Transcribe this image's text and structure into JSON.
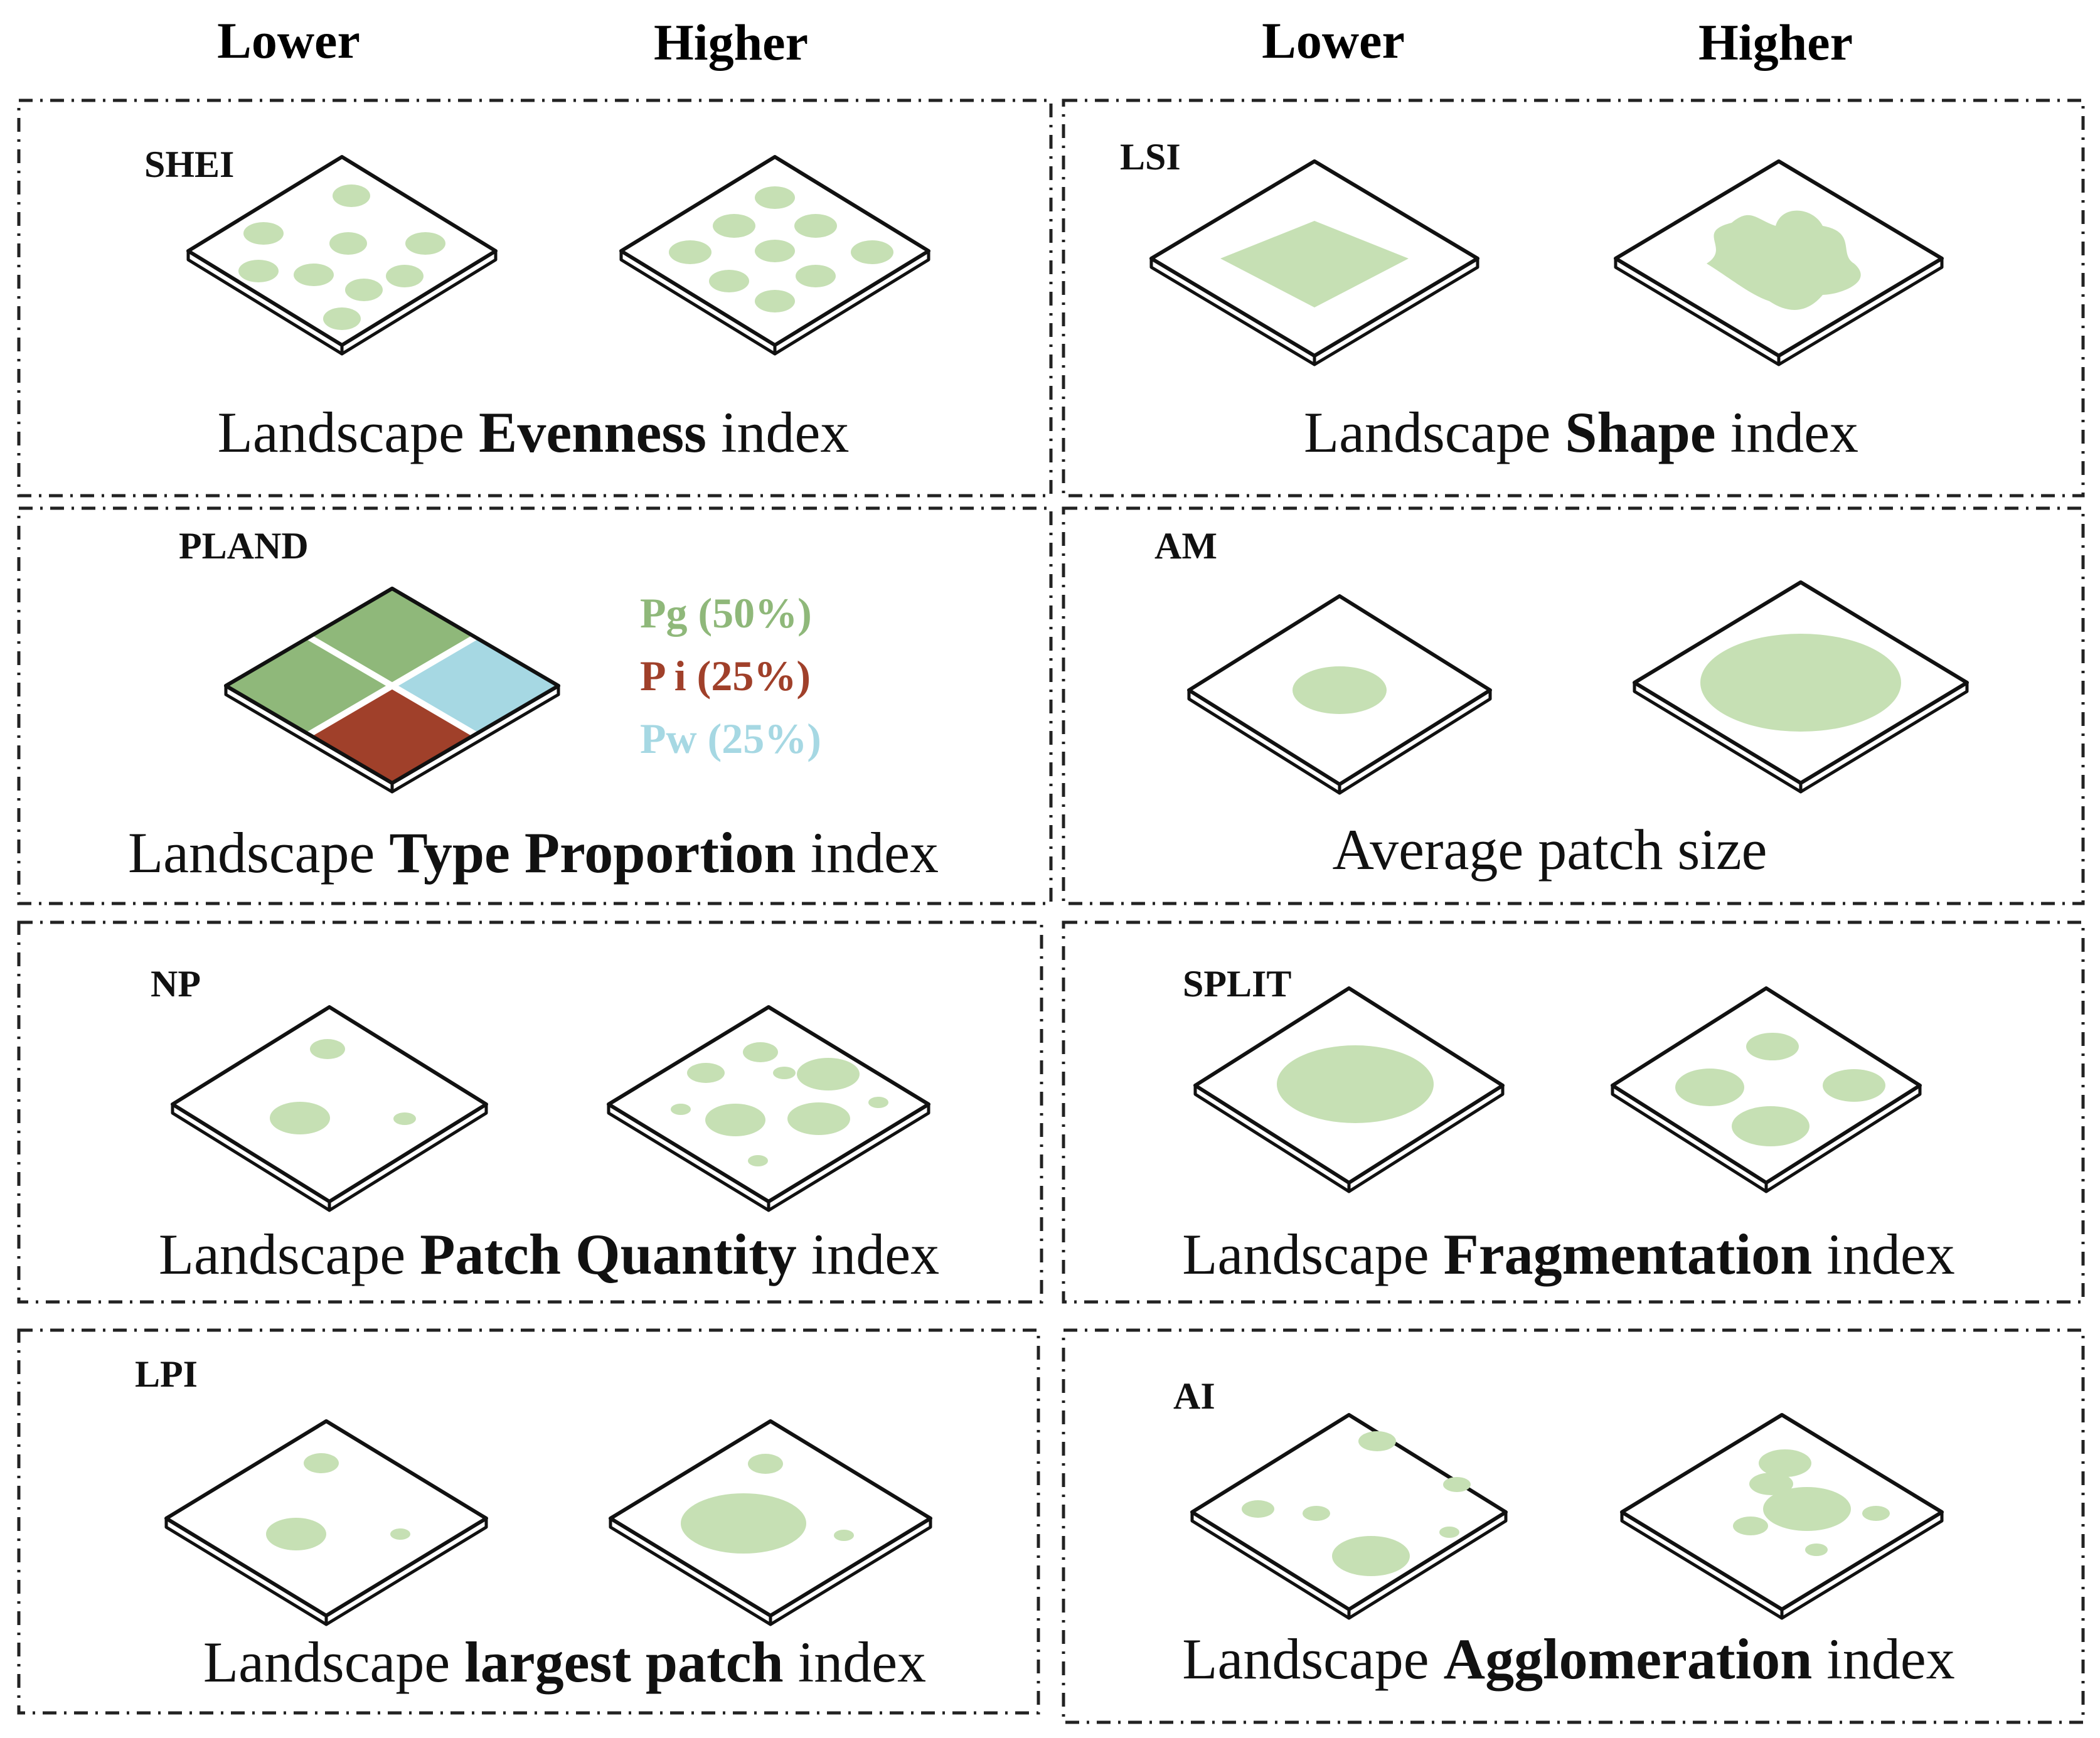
{
  "header": {
    "left": {
      "lower": "Lower",
      "higher": "Higher"
    },
    "right": {
      "lower": "Lower",
      "higher": "Higher"
    }
  },
  "colors": {
    "patch": "#c6e0b4",
    "frame": "#111111",
    "dash": "#222222",
    "pg": "#8fb87a",
    "pi": "#a0402a",
    "pw": "#a6d8e3"
  },
  "panels": [
    {
      "id": "shei",
      "code": "SHEI",
      "caption": {
        "pre": "Landscape ",
        "bold": "Evenness",
        "post": " index"
      }
    },
    {
      "id": "lsi",
      "code": "LSI",
      "caption": {
        "pre": "Landscape ",
        "bold": "Shape",
        "post": " index"
      }
    },
    {
      "id": "pland",
      "code": "PLAND",
      "caption": {
        "pre": "Landscape ",
        "bold": "Type Proportion",
        "post": " index"
      },
      "legend": [
        {
          "label": "Pg (50%)",
          "color": "#8fb87a"
        },
        {
          "label": "P i (25%)",
          "color": "#a0402a"
        },
        {
          "label": "Pw (25%)",
          "color": "#a6d8e3"
        }
      ]
    },
    {
      "id": "am",
      "code": "AM",
      "caption": {
        "pre": "Average  patch size",
        "bold": "",
        "post": ""
      }
    },
    {
      "id": "np",
      "code": "NP",
      "caption": {
        "pre": "Landscape ",
        "bold": "Patch Quantity",
        "post": " index"
      }
    },
    {
      "id": "split",
      "code": "SPLIT",
      "caption": {
        "pre": "Landscape ",
        "bold": "Fragmentation",
        "post": " index"
      }
    },
    {
      "id": "lpi",
      "code": "LPI",
      "caption": {
        "pre": "Landscape ",
        "bold": "largest patch",
        "post": " index"
      }
    },
    {
      "id": "ai",
      "code": "AI",
      "caption": {
        "pre": "Landscape ",
        "bold": "Agglomeration",
        "post": " index"
      }
    }
  ]
}
